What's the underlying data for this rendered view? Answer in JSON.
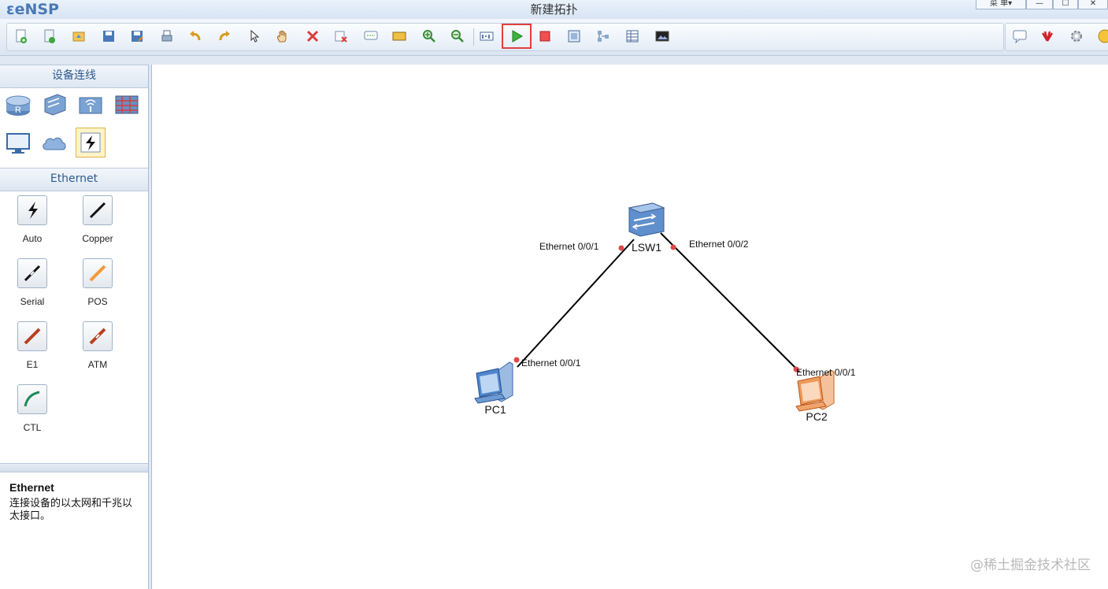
{
  "app": {
    "logo": "eNSP",
    "window_title": "新建拓扑",
    "menu_label": "菜 单▾",
    "minimize_glyph": "—",
    "maximize_glyph": "☐",
    "close_glyph": "✕"
  },
  "sidebar": {
    "devices_header": "设备连线",
    "cable_header": "Ethernet",
    "cables": [
      "Auto",
      "Copper",
      "Serial",
      "POS",
      "E1",
      "ATM",
      "CTL"
    ],
    "description_title": "Ethernet",
    "description_text": "连接设备的以太网和千兆以太接口。"
  },
  "topology": {
    "nodes": {
      "switch": "LSW1",
      "pc1": "PC1",
      "pc2": "PC2"
    },
    "ports": {
      "switch_to_pc1": "Ethernet 0/0/1",
      "switch_to_pc2": "Ethernet 0/0/2",
      "pc1_port": "Ethernet 0/0/1",
      "pc2_port": "Ethernet 0/0/1"
    }
  },
  "watermark": "@稀土掘金技术社区",
  "colors": {
    "accent": "#2f5b8f",
    "link": "#000000",
    "port_dot": "#e04848",
    "highlight": "#e04040"
  }
}
